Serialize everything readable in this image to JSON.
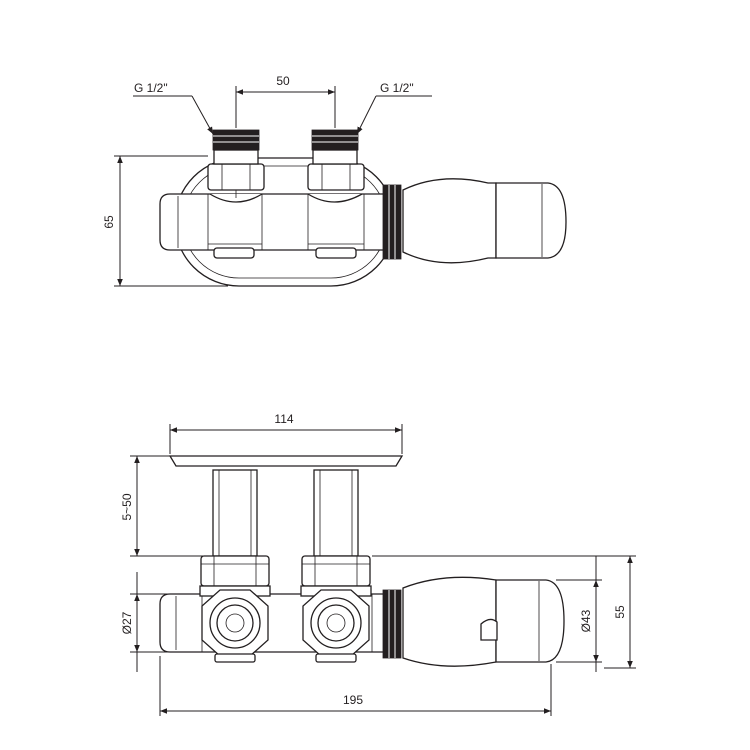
{
  "drawing": {
    "top_view": {
      "label_thread_left": "G 1/2\"",
      "label_thread_right": "G 1/2\"",
      "dim_spacing": "50",
      "dim_height": "65"
    },
    "front_view": {
      "dim_plate_width": "114",
      "dim_distance": "5~50",
      "dim_body_diameter": "Ø27",
      "dim_head_diameter": "Ø43",
      "dim_overall_height": "55",
      "dim_overall_length": "195"
    },
    "colors": {
      "ink": "#231f20",
      "thread": "#231f20",
      "background": "#ffffff"
    }
  }
}
